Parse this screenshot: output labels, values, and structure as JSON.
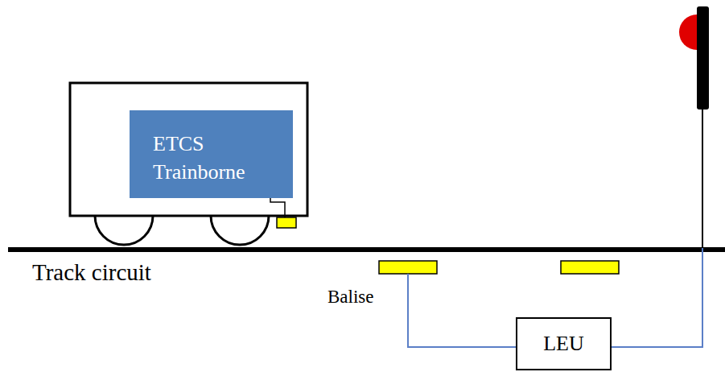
{
  "diagram": {
    "nodes": [
      {
        "text": [
          "ETCS Trainborne"
        ]
      },
      {
        "text": [
          "LEU"
        ]
      }
    ],
    "labels": [
      "Track circuit",
      "Balise"
    ]
  }
}
